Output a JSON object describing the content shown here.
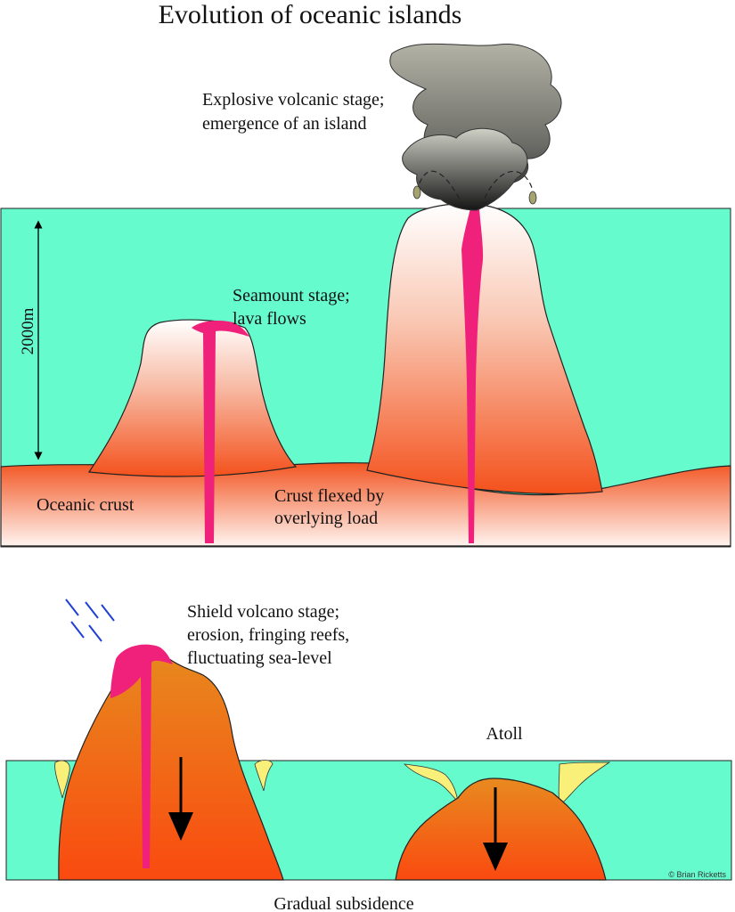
{
  "title": "Evolution of oceanic islands",
  "labels": {
    "explosive_line1": "Explosive volcanic stage;",
    "explosive_line2": "emergence of an island",
    "seamount_line1": "Seamount stage;",
    "seamount_line2": "lava flows",
    "depth": "2000m",
    "oceanic_crust": "Oceanic crust",
    "flexed_line1": "Crust flexed by",
    "flexed_line2": "overlying load",
    "shield_line1": "Shield volcano stage;",
    "shield_line2": "erosion, fringing reefs,",
    "shield_line3": "fluctuating sea-level",
    "atoll": "Atoll",
    "subsidence": "Gradual subsidence",
    "credit": "© Brian Ricketts"
  },
  "colors": {
    "sea": "#66fbcc",
    "crust_top": "#f25522",
    "crust_bottom": "#fff4f0",
    "lava_pink": "#f0217a",
    "reef_yellow": "#f9f07a",
    "ash_grey": "#a5a59a",
    "ash_dark": "#2b2b2b",
    "rain_blue": "#1f3fd6"
  }
}
